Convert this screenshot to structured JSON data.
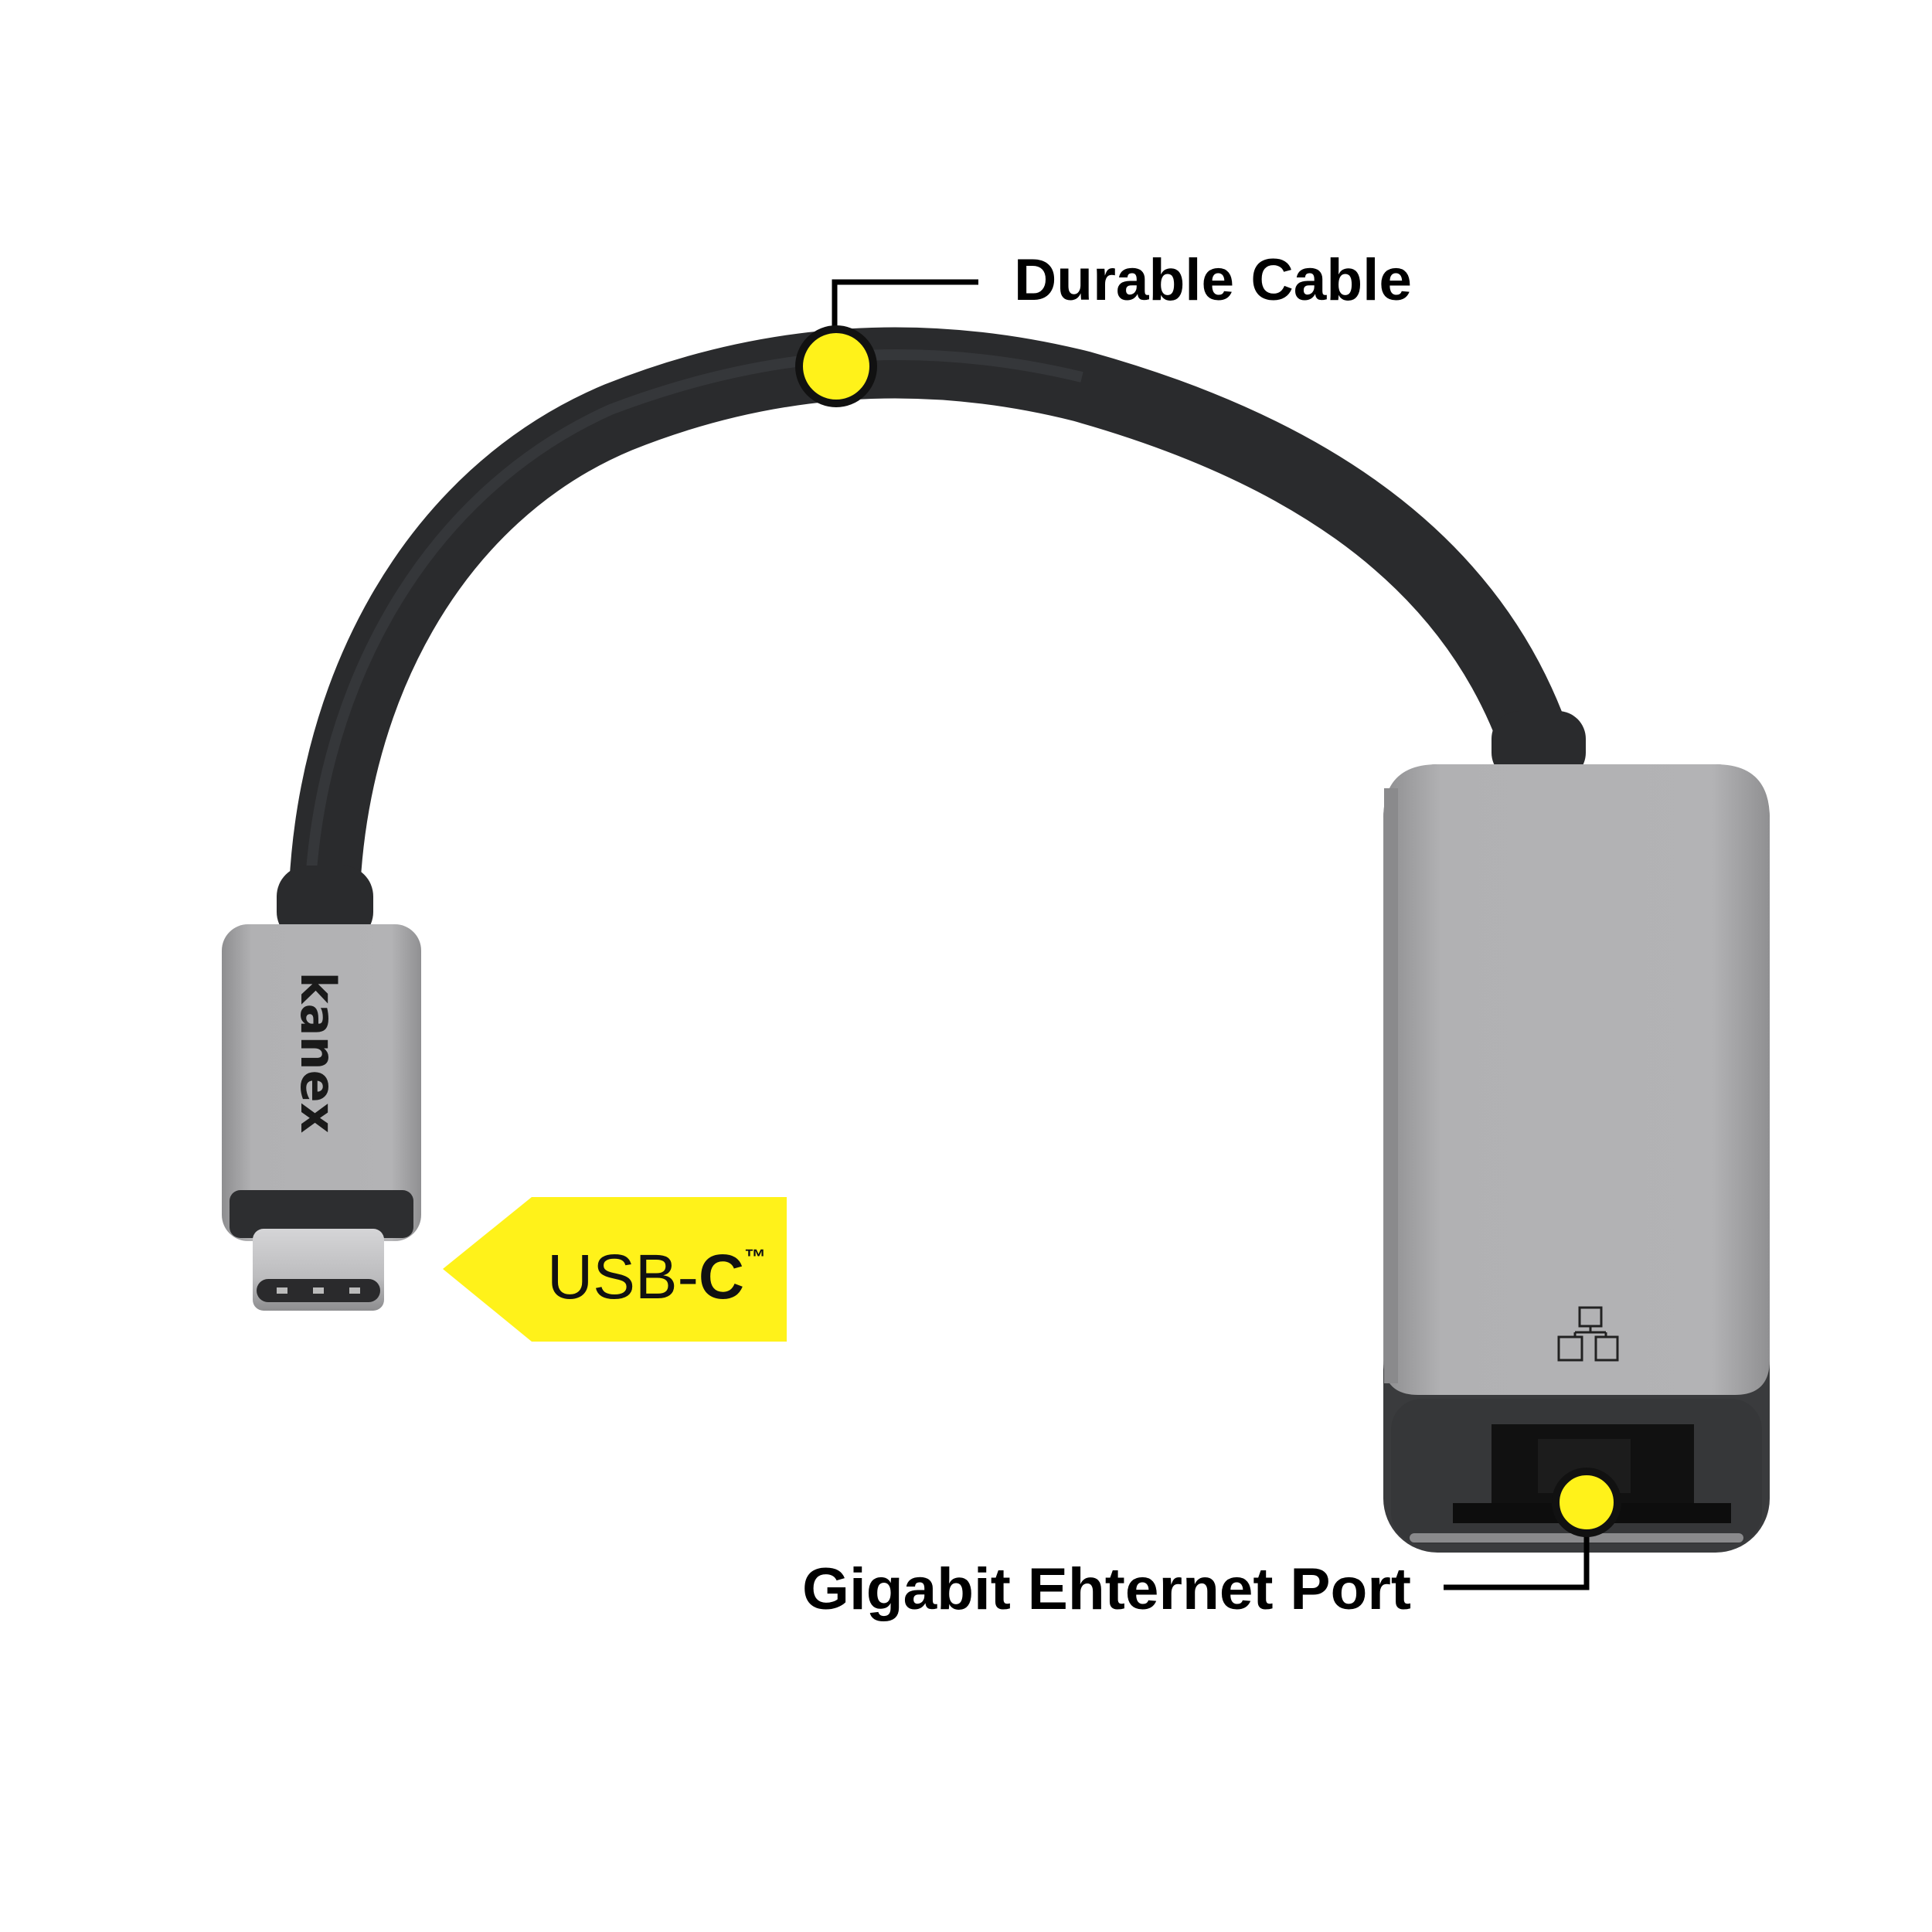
{
  "callouts": {
    "cable": "Durable Cable",
    "port": "Gigabit Ehternet Port"
  },
  "tag": {
    "text": "USB-",
    "bold": "C",
    "tm": "™"
  },
  "product": {
    "brand": "kanex",
    "icons": [
      "network-icon"
    ]
  },
  "colors": {
    "accent": "#fff21a",
    "cable": "#2a2b2d",
    "aluminum": "#a9a9ab",
    "port": "#3a3b3d"
  }
}
